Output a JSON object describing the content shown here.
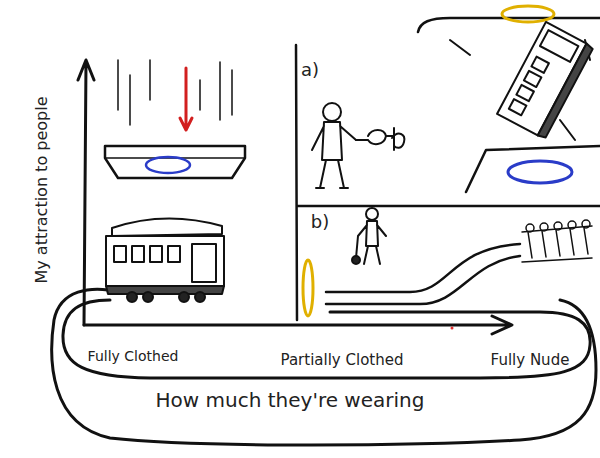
{
  "diagram": {
    "labels": [
      "a)",
      "b)",
      "My attraction to people",
      "Fully Clothed",
      "Partially Clothed",
      "Fully Nude",
      "How much they're wearing"
    ]
  }
}
